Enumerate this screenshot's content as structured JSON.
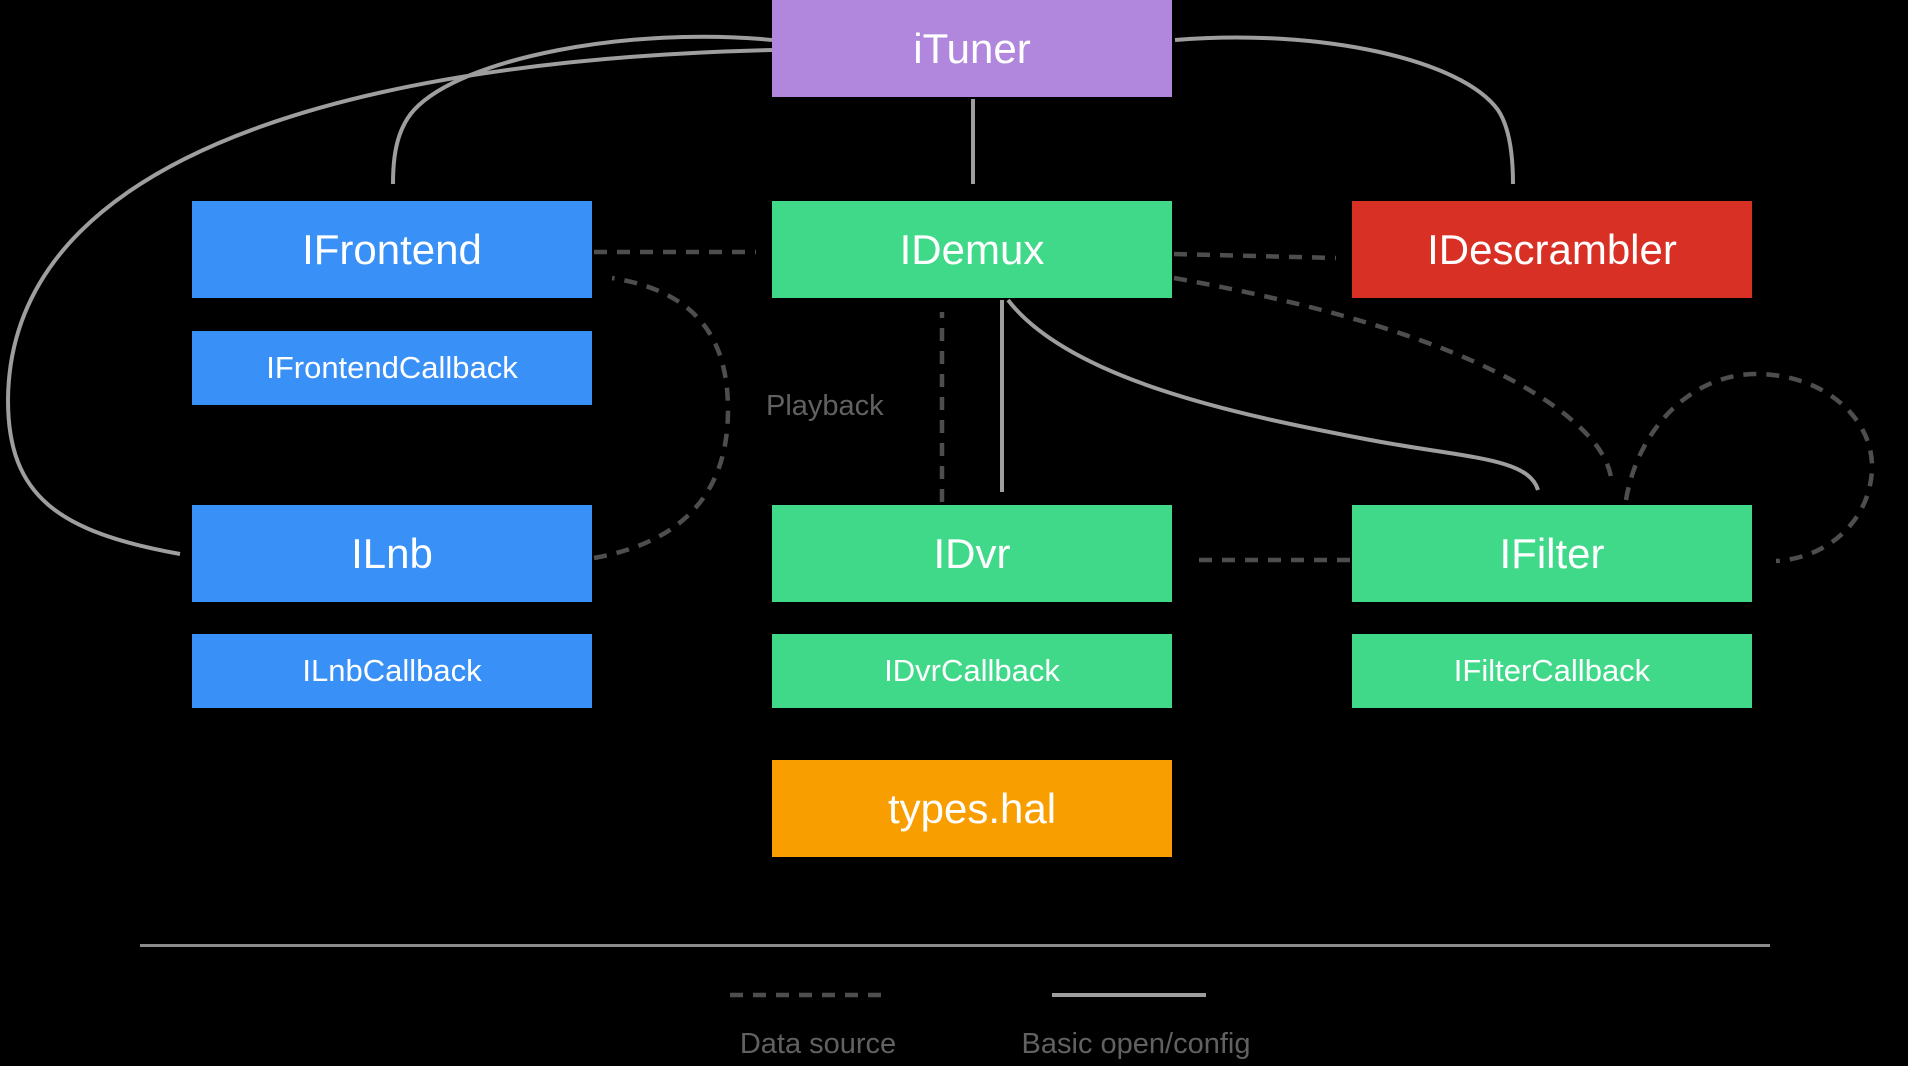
{
  "diagram": {
    "background_color": "#000000",
    "boxes": {
      "ituner": {
        "label": "iTuner",
        "color": "#b187dd"
      },
      "ifrontend": {
        "label": "IFrontend",
        "color": "#3990f6"
      },
      "ifrontend_callback": {
        "label": "IFrontendCallback",
        "color": "#3990f6"
      },
      "ilnb": {
        "label": "ILnb",
        "color": "#3990f6"
      },
      "ilnb_callback": {
        "label": "ILnbCallback",
        "color": "#3990f6"
      },
      "idemux": {
        "label": "IDemux",
        "color": "#40d98a"
      },
      "idvr": {
        "label": "IDvr",
        "color": "#40d98a"
      },
      "idvr_callback": {
        "label": "IDvrCallback",
        "color": "#40d98a"
      },
      "types_hal": {
        "label": "types.hal",
        "color": "#f99e00"
      },
      "idescrambler": {
        "label": "IDescrambler",
        "color": "#d93025"
      },
      "ifilter": {
        "label": "IFilter",
        "color": "#40d98a"
      },
      "ifilter_callback": {
        "label": "IFilterCallback",
        "color": "#40d98a"
      }
    },
    "edges": [
      {
        "from": "iTuner",
        "to": "IFrontend",
        "type": "basic_open_config"
      },
      {
        "from": "iTuner",
        "to": "IDemux",
        "type": "basic_open_config"
      },
      {
        "from": "iTuner",
        "to": "IDescrambler",
        "type": "basic_open_config"
      },
      {
        "from": "iTuner",
        "to": "ILnb",
        "type": "basic_open_config"
      },
      {
        "from": "IDemux",
        "to": "IDvr",
        "type": "basic_open_config"
      },
      {
        "from": "IDemux",
        "to": "IFilter",
        "type": "basic_open_config"
      },
      {
        "from": "IFrontend",
        "to": "IDemux",
        "type": "data_source"
      },
      {
        "from": "IDemux",
        "to": "IDescrambler",
        "type": "data_source"
      },
      {
        "from": "IDemux",
        "to": "IFilter",
        "type": "data_source"
      },
      {
        "from": "IFilter",
        "to": "IFilter",
        "type": "data_source"
      },
      {
        "from": "IFilter",
        "to": "IDvr",
        "type": "data_source"
      },
      {
        "from": "ILnb",
        "to": "IFrontend",
        "type": "data_source"
      },
      {
        "from": "IDvr",
        "to": "IDemux",
        "type": "data_source",
        "label": "Playback"
      }
    ],
    "annotations": {
      "playback_label": "Playback"
    },
    "legend": {
      "data_source_label": "Data source",
      "basic_open_config_label": "Basic open/config"
    },
    "arrow_colors": {
      "data_source": "#4e4e4e",
      "basic_open_config": "#9e9e9e"
    },
    "text_colors": {
      "box_text": "#ffffff",
      "annotation_text": "#616161"
    }
  }
}
